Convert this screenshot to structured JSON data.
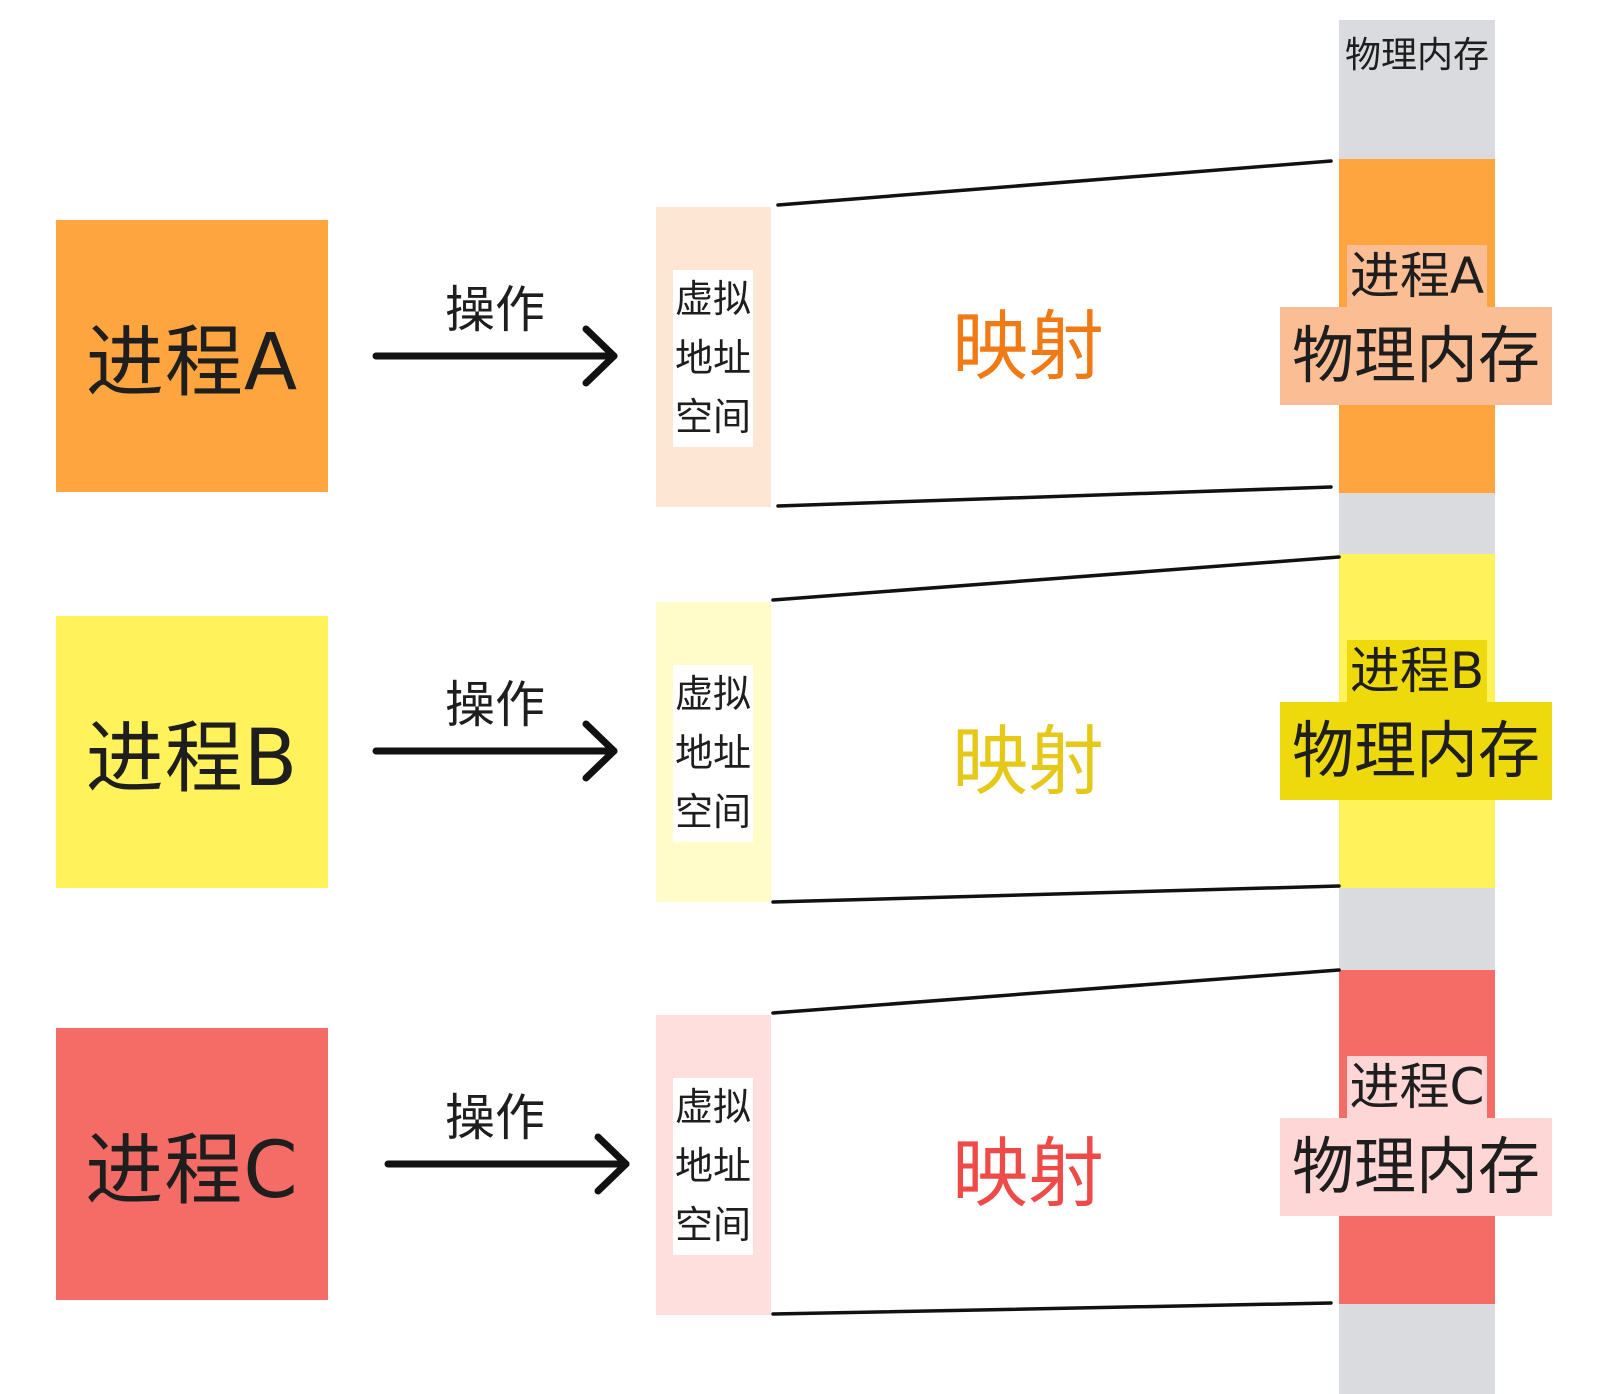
{
  "colors": {
    "orange": "#ffa53f",
    "orange_light": "#fde7d4",
    "orange_label_bg": "#fbbd94",
    "orange_text": "#f07a14",
    "yellow": "#fff25a",
    "yellow_light": "#fffcc9",
    "yellow_label_bg": "#eed90d",
    "yellow_text": "#e5c818",
    "red": "#f56b66",
    "red_light": "#ffdede",
    "red_label_bg": "#ffd6d6",
    "red_text": "#ee4b48",
    "memory_gray": "#d9dbdf"
  },
  "memory": {
    "title": "物理内存"
  },
  "rows": [
    {
      "process_label": "进程A",
      "operation_label": "操作",
      "virtual_label": [
        "虚拟",
        "地址",
        "空间"
      ],
      "mapping_label": "映射",
      "segment_process": "进程A",
      "segment_memory": "物理内存"
    },
    {
      "process_label": "进程B",
      "operation_label": "操作",
      "virtual_label": [
        "虚拟",
        "地址",
        "空间"
      ],
      "mapping_label": "映射",
      "segment_process": "进程B",
      "segment_memory": "物理内存"
    },
    {
      "process_label": "进程C",
      "operation_label": "操作",
      "virtual_label": [
        "虚拟",
        "地址",
        "空间"
      ],
      "mapping_label": "映射",
      "segment_process": "进程C",
      "segment_memory": "物理内存"
    }
  ]
}
